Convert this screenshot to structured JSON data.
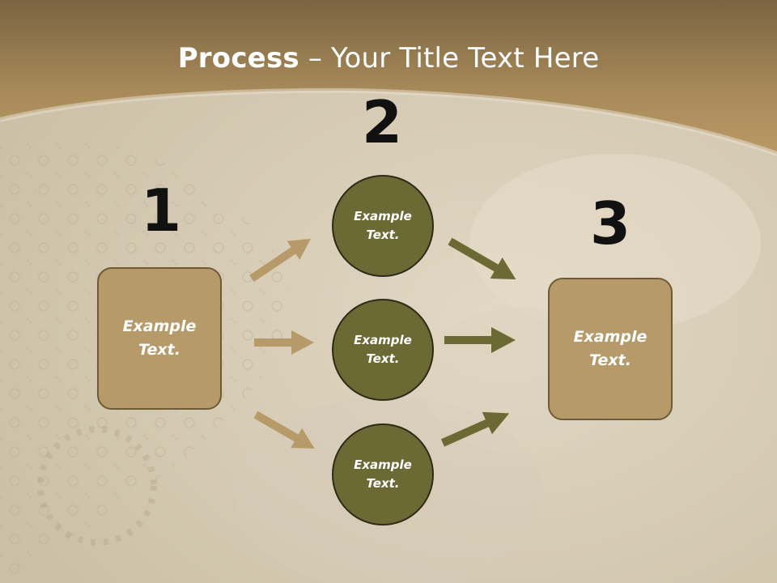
{
  "title": {
    "bold": "Process",
    "rest": " – Your Title Text Here"
  },
  "steps": {
    "one": {
      "number": "1",
      "box_line1": "Example",
      "box_line2": "Text."
    },
    "two": {
      "number": "2",
      "circles": [
        {
          "line1": "Example",
          "line2": "Text."
        },
        {
          "line1": "Example",
          "line2": "Text."
        },
        {
          "line1": "Example",
          "line2": "Text."
        }
      ]
    },
    "three": {
      "number": "3",
      "box_line1": "Example",
      "box_line2": "Text."
    }
  },
  "colors": {
    "header_band": "#a88a5a",
    "box_fill": "#b69a6a",
    "circle_fill": "#6b6a34",
    "arrow_left": "#b69a6a",
    "arrow_right": "#6b6a34",
    "number_color": "#111111"
  }
}
